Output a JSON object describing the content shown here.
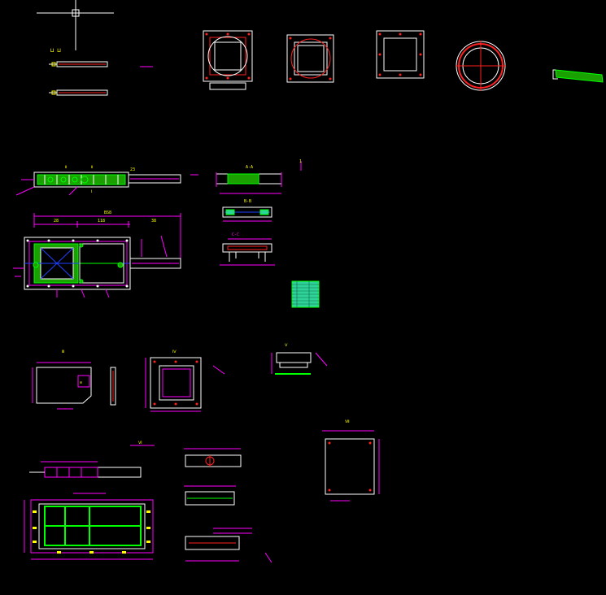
{
  "palette": {
    "background": "#000000",
    "line": "#ffffff",
    "dimension": "#ff00ff",
    "accent": "#ff2020",
    "hatch": "#00ff00",
    "fill_green": "#1aa000",
    "annotation": "#ffff00",
    "center": "#2040ff",
    "table_fill": "#2fd39a"
  },
  "drawing": {
    "crosshair_cursor": "crosshair-cursor-icon",
    "top_row_views": [
      "handle-rod-view",
      "square-flange-top-view",
      "square-flange-bottom-view",
      "square-plate-view",
      "round-flange-view",
      "sloped-plate-view"
    ],
    "assembly_views": [
      "gate-valve-side-elevation",
      "gate-valve-plan-view",
      "section-a-a",
      "section-b-b",
      "section-c-c"
    ],
    "detail_views": [
      "gate-plate-detail",
      "frame-flange-detail",
      "small-bracket-detail",
      "slide-rail-detail",
      "base-frame-detail",
      "cover-plate-detail"
    ],
    "parts_table": "parts-list-table"
  }
}
